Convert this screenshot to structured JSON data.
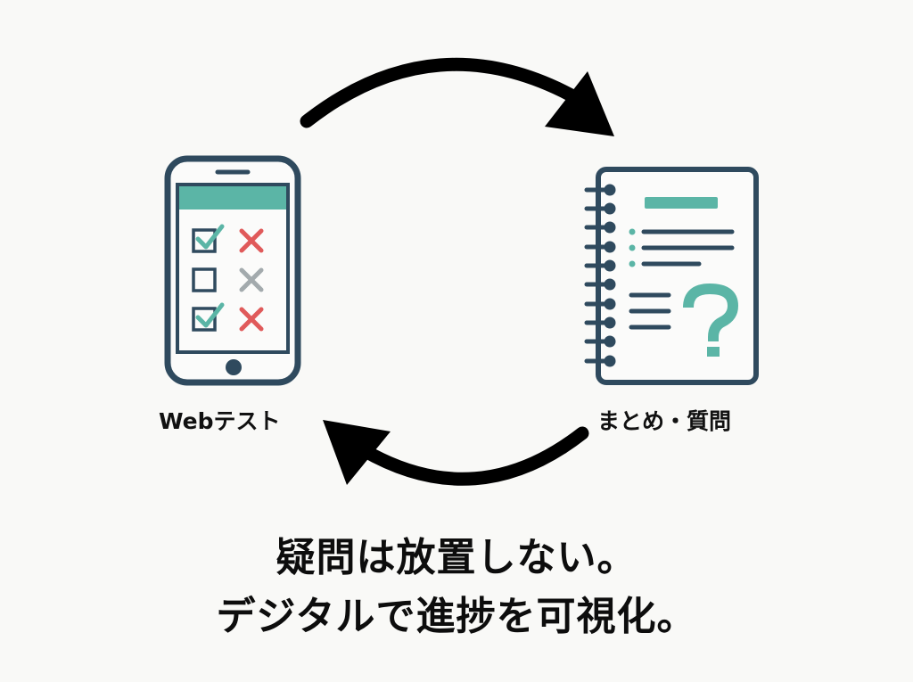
{
  "diagram": {
    "type": "cycle",
    "nodes": [
      {
        "id": "web-test",
        "label": "Webテスト",
        "icon": "smartphone-checklist-icon"
      },
      {
        "id": "summary-questions",
        "label": "まとめ・質問",
        "icon": "notebook-question-icon"
      }
    ],
    "edges": [
      {
        "from": "web-test",
        "to": "summary-questions",
        "style": "curved-arrow-top"
      },
      {
        "from": "summary-questions",
        "to": "web-test",
        "style": "curved-arrow-bottom"
      }
    ],
    "phone_checklist": [
      {
        "checkbox": "checked",
        "mark": "x",
        "mark_color": "#e05a5a"
      },
      {
        "checkbox": "unchecked",
        "mark": "x",
        "mark_color": "#a3aaad"
      },
      {
        "checkbox": "checked",
        "mark": "x",
        "mark_color": "#e05a5a"
      }
    ]
  },
  "headline": {
    "line1": "疑問は放置しない。",
    "line2": "デジタルで進捗を可視化。"
  },
  "colors": {
    "background": "#f9f9f7",
    "outline": "#2f4a5e",
    "accent_teal": "#5bb5a6",
    "wrong_red": "#e05a5a",
    "neutral_gray": "#a3aaad",
    "arrow": "#000000",
    "text": "#111111"
  }
}
